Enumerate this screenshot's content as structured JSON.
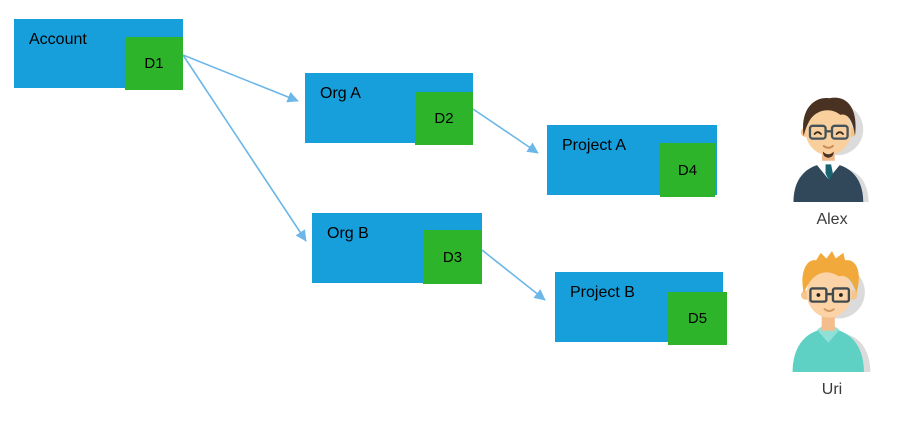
{
  "diagram": {
    "nodes": [
      {
        "id": "account",
        "label": "Account",
        "badge": "D1"
      },
      {
        "id": "org-a",
        "label": "Org A",
        "badge": "D2"
      },
      {
        "id": "project-a",
        "label": "Project A",
        "badge": "D4"
      },
      {
        "id": "org-b",
        "label": "Org B",
        "badge": "D3"
      },
      {
        "id": "project-b",
        "label": "Project B",
        "badge": "D5"
      }
    ],
    "edges": [
      {
        "from": "D1",
        "to": "Org A"
      },
      {
        "from": "D1",
        "to": "Org B"
      },
      {
        "from": "D2",
        "to": "Project A"
      },
      {
        "from": "D3",
        "to": "Project B"
      }
    ]
  },
  "users": [
    {
      "name": "Alex"
    },
    {
      "name": "Uri"
    }
  ],
  "colors": {
    "node_fill": "#179FDB",
    "badge_fill": "#2DB42B",
    "arrow": "#6CB7E8",
    "label_text": "#000000",
    "name_text": "#3A3A3A"
  }
}
